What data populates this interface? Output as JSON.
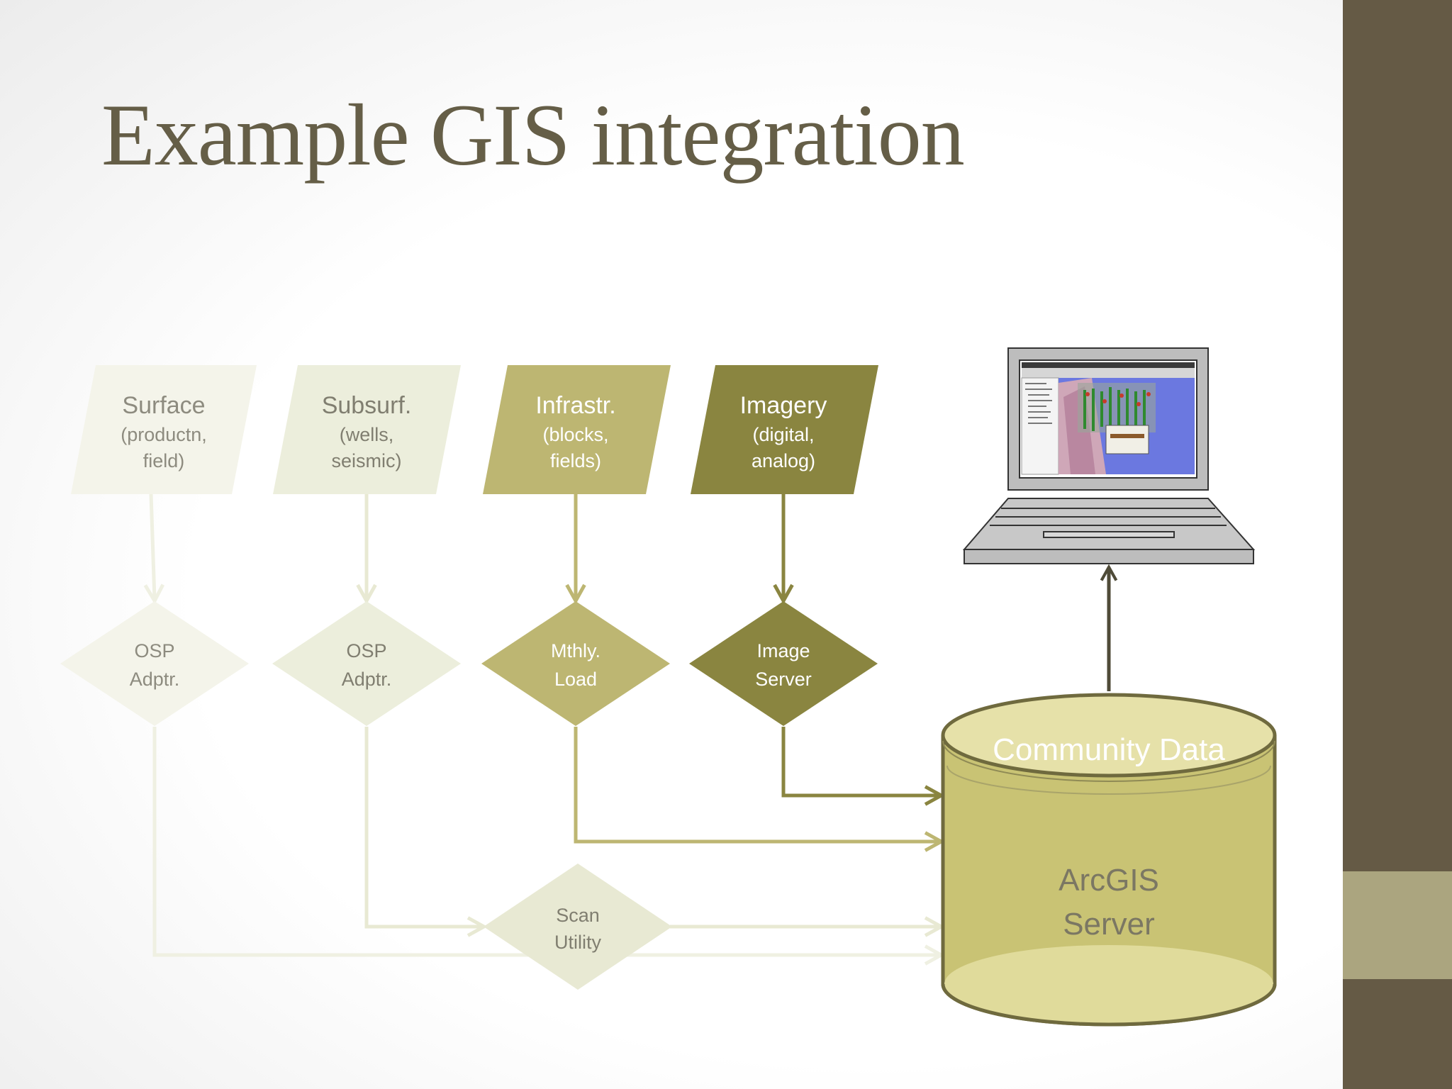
{
  "title": "Example GIS integration",
  "colors": {
    "sidebar": "#655a45",
    "sidebar_accent": "#aba57f",
    "title": "#655e47",
    "olive_dark": "#8a8540",
    "olive_mid": "#bdb672",
    "olive_pale": "#e8e9d3",
    "olive_faint": "#f1f2e4",
    "db_fill": "#c9c374",
    "db_outline": "#6f6a3e"
  },
  "sources": [
    {
      "title": "Surface",
      "sub1": "(productn,",
      "sub2": "field)"
    },
    {
      "title": "Subsurf.",
      "sub1": "(wells,",
      "sub2": "seismic)"
    },
    {
      "title": "Infrastr.",
      "sub1": "(blocks,",
      "sub2": "fields)"
    },
    {
      "title": "Imagery",
      "sub1": "(digital,",
      "sub2": "analog)"
    }
  ],
  "processes": [
    {
      "line1": "OSP",
      "line2": "Adptr."
    },
    {
      "line1": "OSP",
      "line2": "Adptr."
    },
    {
      "line1": "Mthly.",
      "line2": "Load"
    },
    {
      "line1": "Image",
      "line2": "Server"
    }
  ],
  "scan": {
    "line1": "Scan",
    "line2": "Utility"
  },
  "database": {
    "top_label": "Community Data",
    "line1": "ArcGIS",
    "line2": "Server"
  },
  "laptop": {
    "icon": "laptop-icon"
  }
}
